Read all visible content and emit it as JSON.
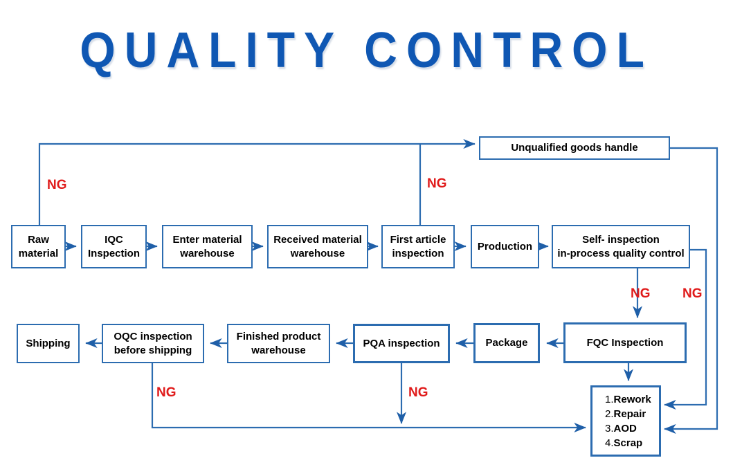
{
  "page": {
    "title": "QUALITY CONTROL",
    "title_color": "#0F57B3",
    "box_border_color": "#2C6CB0",
    "ng_color": "#E01B1B",
    "background": "#ffffff"
  },
  "nodes": {
    "unqualified": "Unqualified goods handle",
    "raw_material": "Raw\nmaterial",
    "iqc": "IQC\nInspection",
    "enter_warehouse": "Enter material\nwarehouse",
    "received_warehouse": "Received material\nwarehouse",
    "first_article": "First article\ninspection",
    "production": "Production",
    "self_inspection": "Self- inspection\nin-process quality control",
    "shipping": "Shipping",
    "oqc": "OQC inspection\nbefore shipping",
    "finished_warehouse": "Finished product\nwarehouse",
    "pqa": "PQA inspection",
    "package": "Package",
    "fqc": "FQC Inspection"
  },
  "disposition": {
    "items": [
      {
        "num": "1.",
        "text": "Rework"
      },
      {
        "num": "2.",
        "text": "Repair"
      },
      {
        "num": "3.",
        "text": "AOD"
      },
      {
        "num": "4.",
        "text": "Scrap"
      }
    ]
  },
  "ng_labels": {
    "iqc_reject": "NG",
    "first_article_reject": "NG",
    "self_inspection_reject": "NG",
    "unqualified_return": "NG",
    "oqc_reject": "NG",
    "pqa_reject": "NG"
  }
}
